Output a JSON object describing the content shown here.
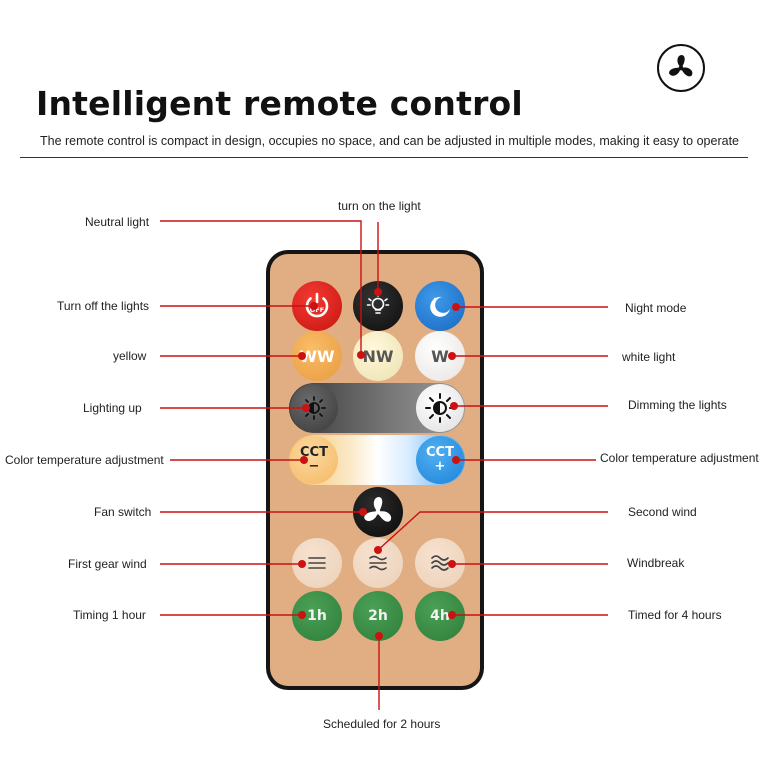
{
  "header": {
    "title": "Intelligent remote control",
    "subtitle": "The remote control is compact in design, occupies no space, and can be adjusted in multiple modes, making it easy to operate"
  },
  "logo": {
    "icon": "fan-icon"
  },
  "remote": {
    "colors": {
      "body": "#151515",
      "face": "#e1ae83",
      "marker": "#cc1111"
    },
    "buttons": {
      "off": {
        "text": "OFF",
        "icon": "power-icon"
      },
      "on": {
        "icon": "light-bulb-icon"
      },
      "night": {
        "icon": "moon-icon"
      },
      "ww": {
        "text": "WW"
      },
      "nw": {
        "text": "NW"
      },
      "w": {
        "text": "W"
      },
      "dim": {
        "icon": "sun-dim-icon"
      },
      "bright": {
        "icon": "sun-bright-icon"
      },
      "cct_minus": {
        "text": "CCT",
        "sign": "−"
      },
      "cct_plus": {
        "text": "CCT",
        "sign": "+"
      },
      "fan": {
        "icon": "fan-icon"
      },
      "wind1": {
        "icon": "wind-low-icon"
      },
      "wind2": {
        "icon": "wind-mid-icon"
      },
      "wind3": {
        "icon": "wind-high-icon"
      },
      "t1": {
        "text": "1h"
      },
      "t2": {
        "text": "2h"
      },
      "t4": {
        "text": "4h"
      }
    }
  },
  "labels": {
    "neutral_light": "Neutral light",
    "turn_on": "turn on the light",
    "turn_off": "Turn off the lights",
    "night_mode": "Night mode",
    "yellow": "yellow",
    "white_light": "white light",
    "lighting_up": "Lighting up",
    "dimming": "Dimming the lights",
    "cct_left": "Color temperature adjustment",
    "cct_right": "Color temperature adjustment",
    "fan_switch": "Fan switch",
    "second_wind": "Second wind",
    "first_gear": "First gear wind",
    "windbreak": "Windbreak",
    "timing_1h": "Timing 1 hour",
    "timed_4h": "Timed for 4 hours",
    "scheduled_2h": "Scheduled for 2 hours"
  }
}
